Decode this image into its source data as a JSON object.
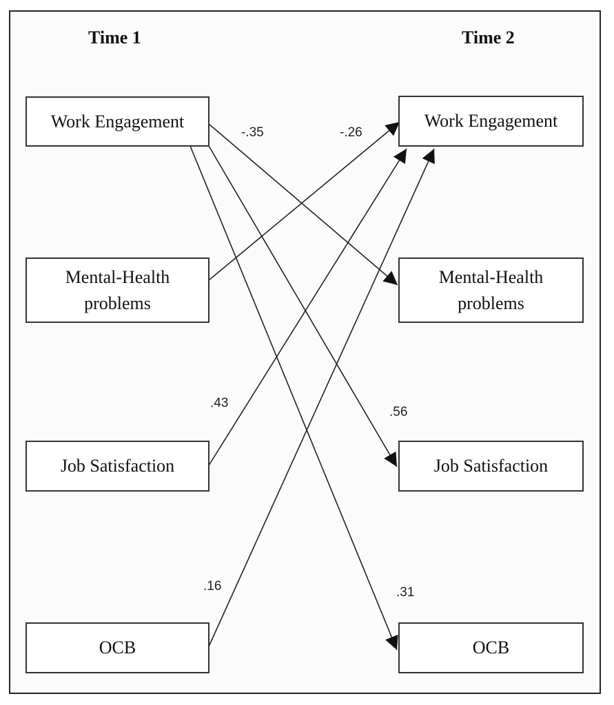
{
  "columns": {
    "time1": "Time 1",
    "time2": "Time 2"
  },
  "nodes": {
    "t1_work_engagement": [
      "Work Engagement"
    ],
    "t1_mental_health": [
      "Mental-Health",
      "problems"
    ],
    "t1_job_satisfaction": [
      "Job Satisfaction"
    ],
    "t1_ocb": [
      "OCB"
    ],
    "t2_work_engagement": [
      "Work Engagement"
    ],
    "t2_mental_health": [
      "Mental-Health",
      "problems"
    ],
    "t2_job_satisfaction": [
      "Job Satisfaction"
    ],
    "t2_ocb": [
      "OCB"
    ]
  },
  "paths": [
    {
      "from": "t1_work_engagement",
      "to": "t2_mental_health",
      "coefficient": "-.35"
    },
    {
      "from": "t1_mental_health",
      "to": "t2_work_engagement",
      "coefficient": "-.26"
    },
    {
      "from": "t1_job_satisfaction",
      "to": "t2_work_engagement",
      "coefficient": ".43"
    },
    {
      "from": "t1_work_engagement",
      "to": "t2_job_satisfaction",
      "coefficient": ".56"
    },
    {
      "from": "t1_ocb",
      "to": "t2_work_engagement",
      "coefficient": ".16"
    },
    {
      "from": "t1_work_engagement",
      "to": "t2_ocb",
      "coefficient": ".31"
    }
  ]
}
